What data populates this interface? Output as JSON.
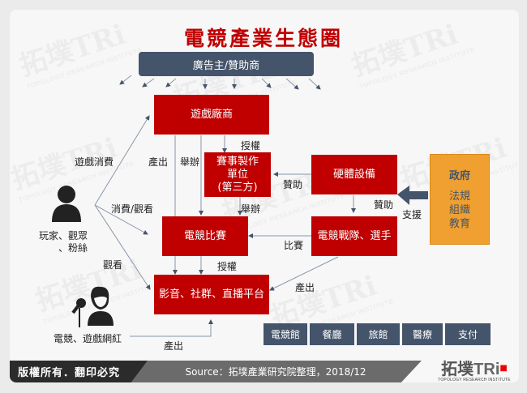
{
  "title": "電競產業生態圈",
  "nodes": {
    "sponsor": "廣告主/贊助商",
    "game_vendor": "遊戲廠商",
    "event_producer": "賽事製作\n單位\n(第三方)",
    "event_producer_lines": [
      "賽事製作",
      "單位",
      "(第三方)"
    ],
    "hardware": "硬體設備",
    "esports_match": "電競比賽",
    "teams_players": "電競戰隊、選手",
    "media_platform": "影音、社群、直播平台",
    "government": {
      "title": "政府",
      "lines": [
        "法規",
        "組織",
        "教育"
      ]
    }
  },
  "actors": {
    "players_audience": {
      "label_line1": "玩家、觀眾",
      "label_line2": "、粉絲",
      "icon": "person-icon"
    },
    "streamers": {
      "label": "電競、遊戲網紅",
      "icon": "streamer-microphone-icon"
    }
  },
  "edge_labels": {
    "game_consumption": "遊戲消費",
    "output_1": "產出",
    "host_1": "舉辦",
    "license_1": "授權",
    "host_2": "舉辦",
    "sponsor_hw": "贊助",
    "sponsor_hw_teams": "贊助",
    "support": "支援",
    "consume_watch": "消費/觀看",
    "compete": "比賽",
    "license_2": "授權",
    "watch": "觀看",
    "output_2": "產出",
    "output_3": "產出"
  },
  "industries": [
    {
      "label": "電競館"
    },
    {
      "label": "餐廳"
    },
    {
      "label": "旅館"
    },
    {
      "label": "醫療"
    },
    {
      "label": "支付"
    }
  ],
  "footer": {
    "copyright": "版權所有．翻印必究",
    "source": "Source：拓墣產業研究院整理，2018/12",
    "logo_main": "拓墣",
    "logo_tri": "TRi",
    "logo_sub": "TOPOLOGY RESEARCH INSTITUTE"
  },
  "colors": {
    "red": "#c00000",
    "navy": "#44546a",
    "orange": "#f0a030",
    "title_red": "#c00000"
  }
}
